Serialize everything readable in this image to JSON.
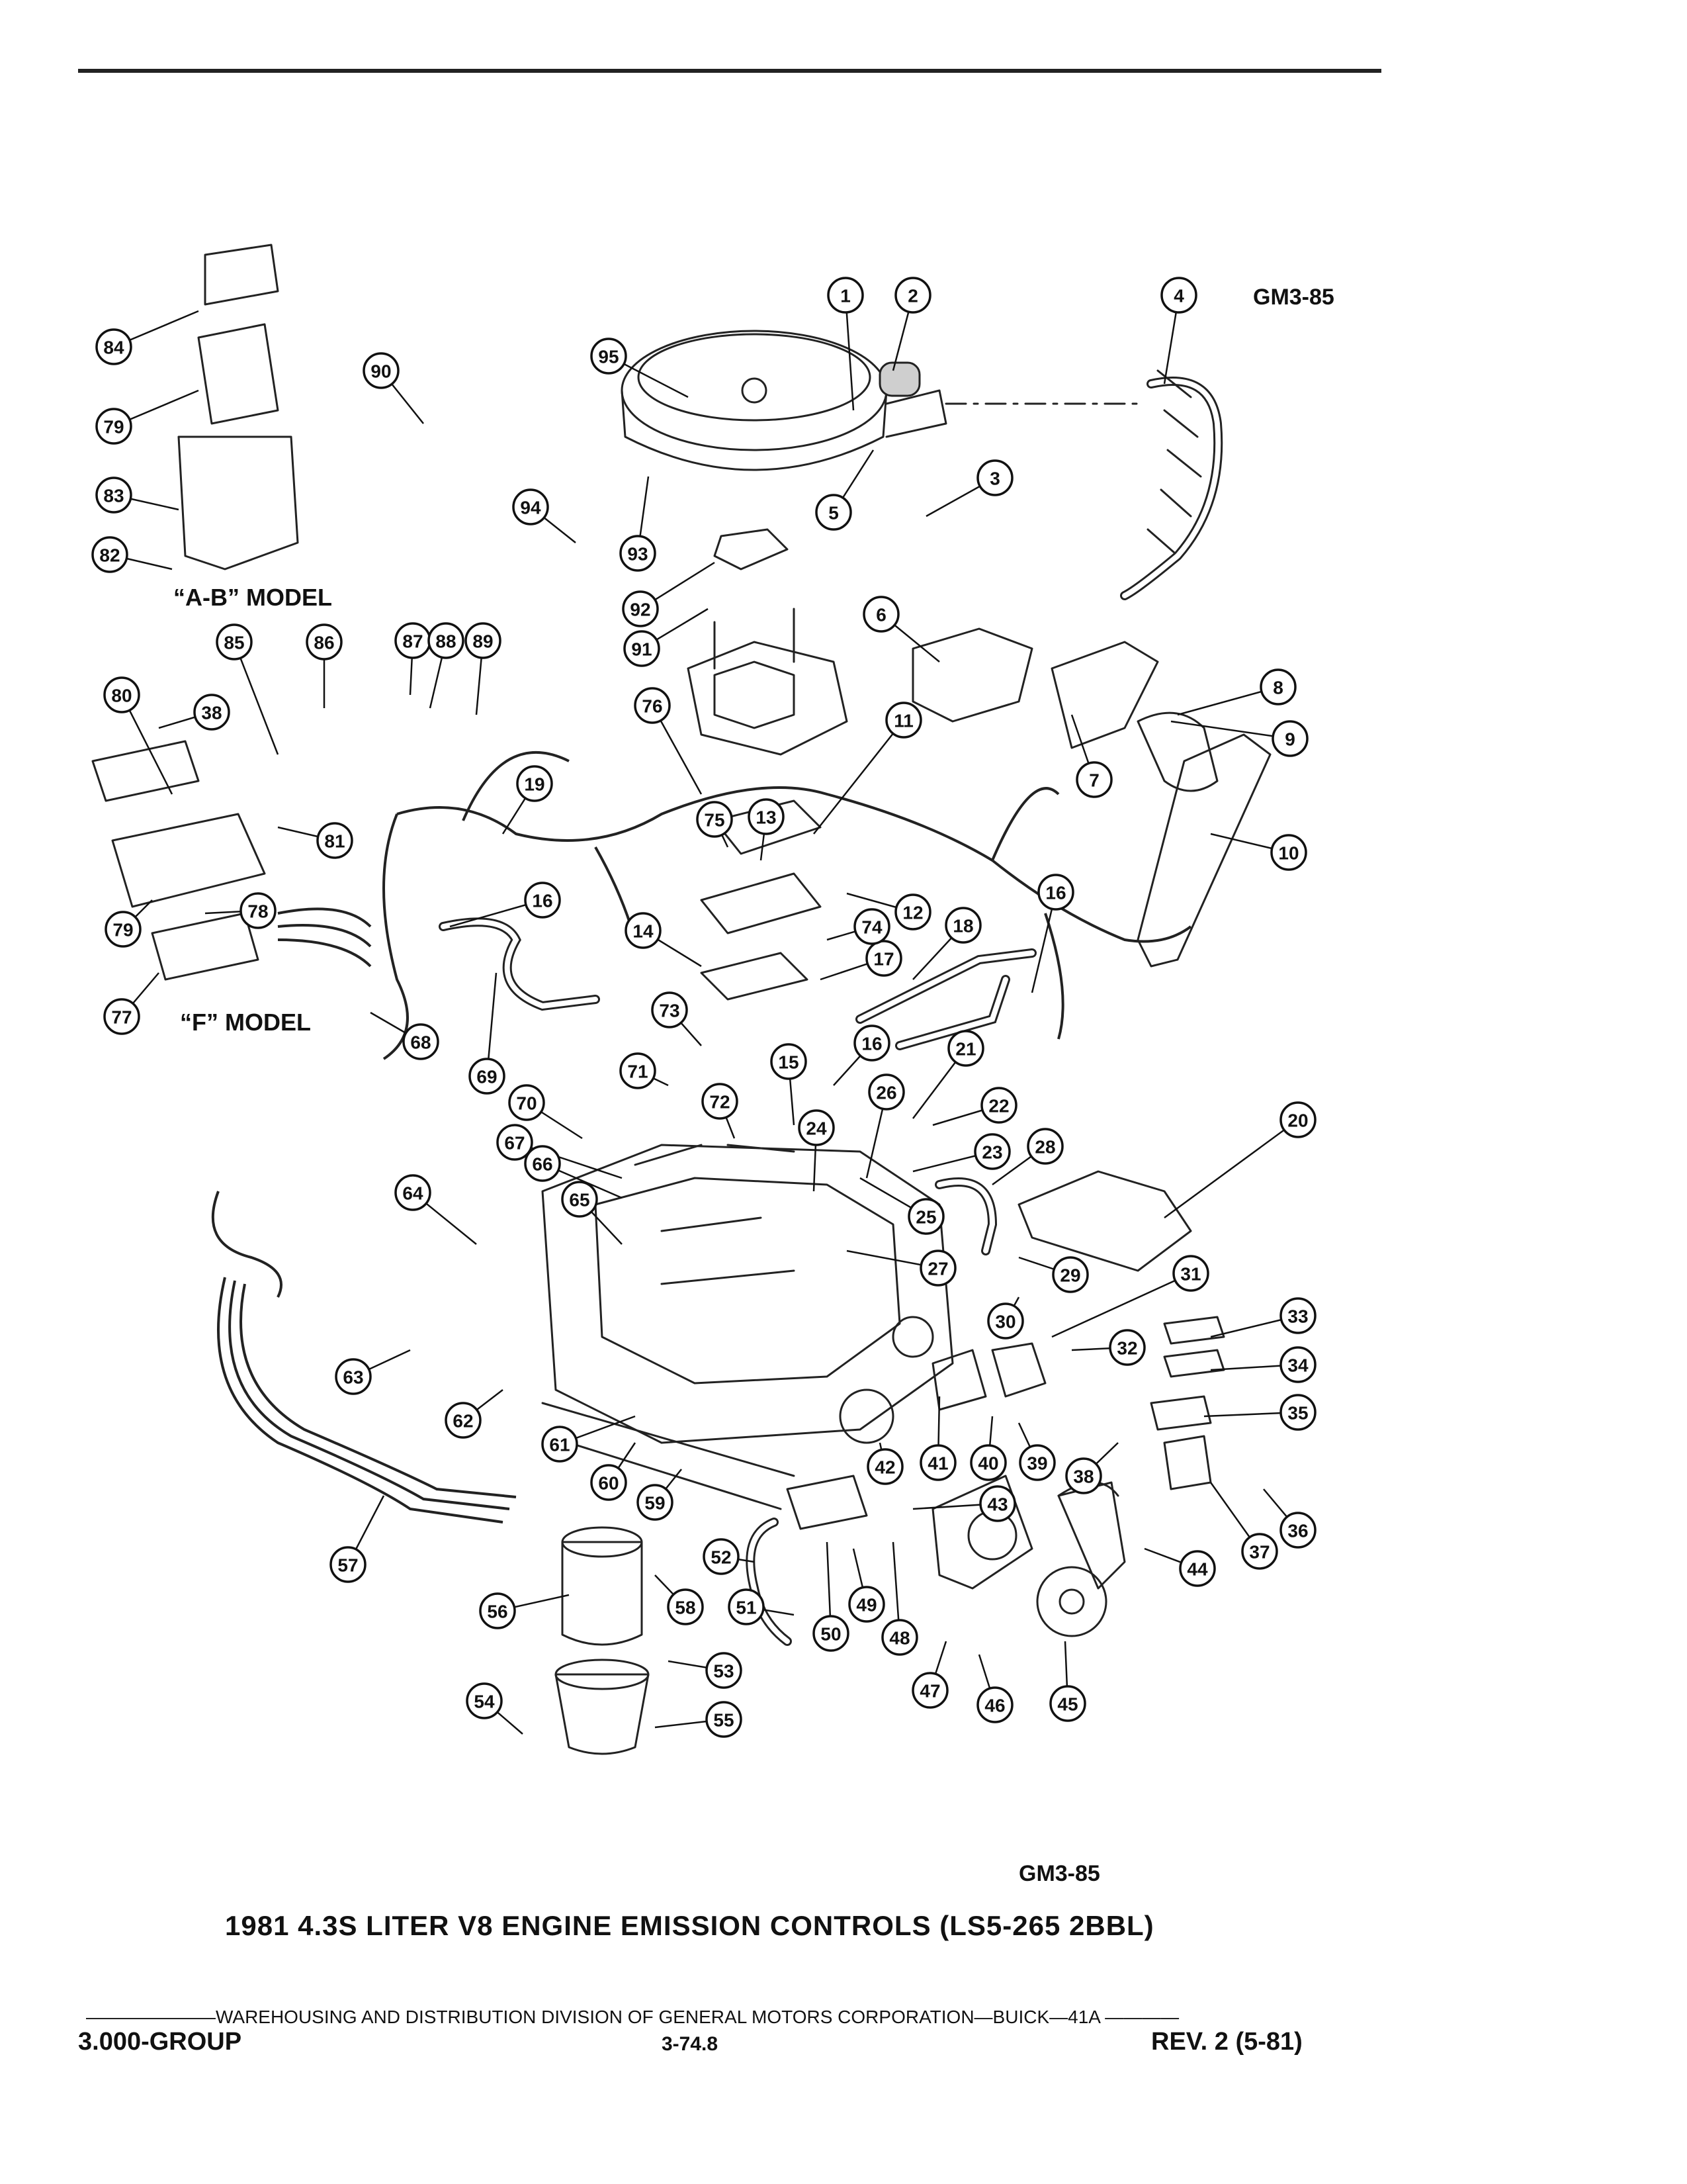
{
  "ref_code_top": "GM3-85",
  "ref_code_bottom": "GM3-85",
  "model_labels": {
    "ab": "“A-B” MODEL",
    "f": "“F” MODEL"
  },
  "caption": "1981 4.3S LITER V8 ENGINE EMISSION CONTROLS (LS5-265 2BBL)",
  "footer": {
    "line": "———————WAREHOUSING AND DISTRIBUTION  DIVISION OF GENERAL MOTORS CORPORATION—BUICK—41A  ————",
    "group": "3.000-GROUP",
    "page": "3-74.8",
    "revision": "REV. 2 (5-81)"
  },
  "callout_numbers": [
    "1",
    "2",
    "3",
    "4",
    "5",
    "6",
    "7",
    "8",
    "9",
    "10",
    "11",
    "12",
    "13",
    "14",
    "15",
    "16",
    "16",
    "16",
    "17",
    "18",
    "19",
    "20",
    "21",
    "22",
    "23",
    "24",
    "25",
    "26",
    "27",
    "28",
    "29",
    "30",
    "31",
    "32",
    "33",
    "34",
    "35",
    "36",
    "37",
    "38",
    "38",
    "39",
    "40",
    "41",
    "42",
    "43",
    "44",
    "45",
    "46",
    "47",
    "48",
    "49",
    "50",
    "51",
    "52",
    "53",
    "54",
    "55",
    "56",
    "57",
    "58",
    "59",
    "60",
    "61",
    "62",
    "63",
    "64",
    "65",
    "66",
    "67",
    "68",
    "69",
    "70",
    "71",
    "72",
    "73",
    "74",
    "75",
    "76",
    "77",
    "78",
    "79",
    "79",
    "80",
    "81",
    "82",
    "83",
    "84",
    "85",
    "86",
    "87",
    "88",
    "89",
    "90",
    "91",
    "92",
    "93",
    "94",
    "95"
  ]
}
